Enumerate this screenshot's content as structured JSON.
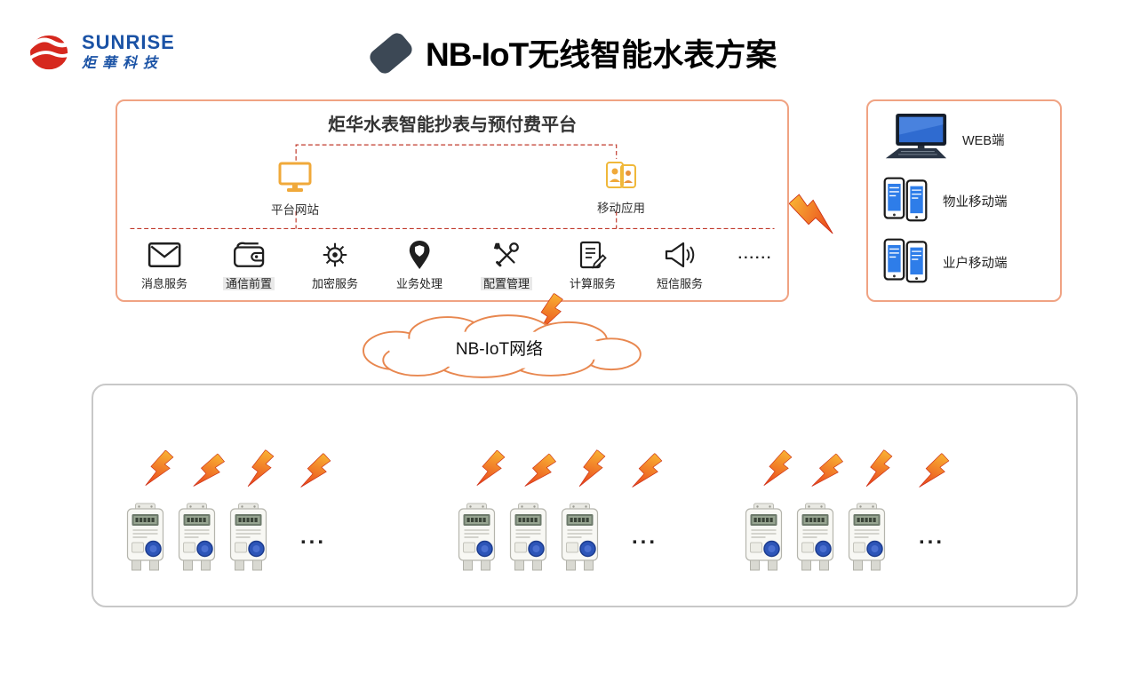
{
  "logo": {
    "brand": "SUNRISE",
    "company": "炬華科技"
  },
  "title": {
    "en": "NB-IoT",
    "zh": "无线智能水表方案"
  },
  "platform": {
    "title": "炬华水表智能抄表与预付费平台",
    "website_label": "平台网站",
    "app_label": "移动应用",
    "services": [
      {
        "label": "消息服务",
        "icon": "envelope-icon"
      },
      {
        "label": "通信前置",
        "icon": "wallet-icon"
      },
      {
        "label": "加密服务",
        "icon": "gear-icon"
      },
      {
        "label": "业务处理",
        "icon": "location-pin-icon"
      },
      {
        "label": "配置管理",
        "icon": "tools-icon"
      },
      {
        "label": "计算服务",
        "icon": "document-edit-icon"
      },
      {
        "label": "短信服务",
        "icon": "megaphone-icon"
      }
    ],
    "services_ellipsis": "......"
  },
  "clients": {
    "items": [
      {
        "label": "WEB端",
        "icon": "desktop-computer-icon"
      },
      {
        "label": "物业移动端",
        "icon": "mobile-phones-icon"
      },
      {
        "label": "业户移动端",
        "icon": "mobile-phones-icon"
      }
    ]
  },
  "network": {
    "label": "NB-IoT网络"
  },
  "meter_area": {
    "groups": [
      {
        "name": "meter-group-1",
        "meter_count": 3,
        "ellipsis": "..."
      },
      {
        "name": "meter-group-2",
        "meter_count": 3,
        "ellipsis": "..."
      },
      {
        "name": "meter-group-3",
        "meter_count": 3,
        "ellipsis": "..."
      }
    ]
  },
  "colors": {
    "box_border_orange": "#f0a383",
    "panel_border_gray": "#c8c8c8",
    "dashed_line_red": "#c0392b",
    "bolt_red": "#e8401c",
    "bolt_orange": "#f9b233",
    "accent_yellow": "#f0a93a",
    "logo_blue": "#1a52a5",
    "logo_red": "#d6281e",
    "screen_blue": "#2e7de9",
    "meter_knob_blue": "#2d55b8"
  }
}
